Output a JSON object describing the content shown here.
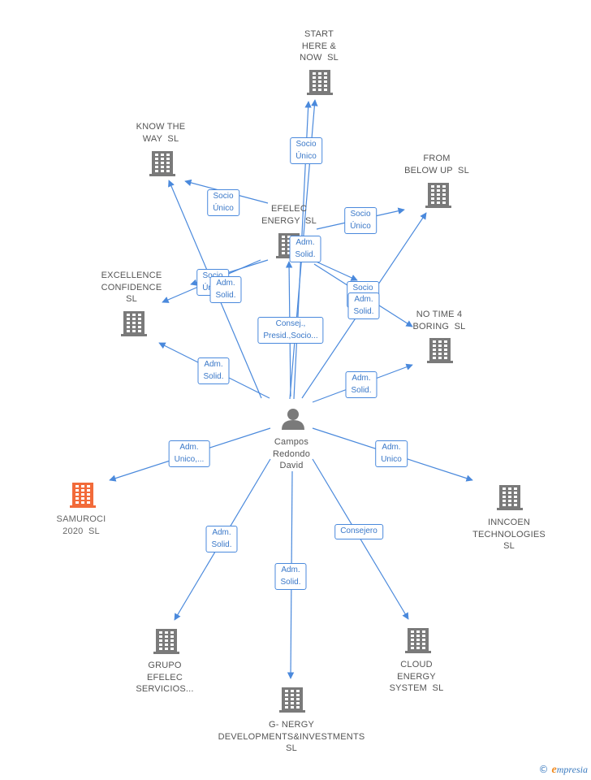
{
  "colors": {
    "edge": "#4a89dc",
    "building": "#7a7a7a",
    "building_highlight": "#f26b3a",
    "person": "#7a7a7a"
  },
  "center": {
    "label": "Campos\nRedondo\nDavid",
    "icon": "person-icon"
  },
  "nodes": [
    {
      "id": "start-here-now",
      "label": "START\nHERE &\nNOW  SL",
      "icon": "building-icon"
    },
    {
      "id": "know-the-way",
      "label": "KNOW THE\nWAY  SL",
      "icon": "building-icon"
    },
    {
      "id": "from-below-up",
      "label": "FROM\nBELOW UP  SL",
      "icon": "building-icon"
    },
    {
      "id": "efelec-energy",
      "label": "EFELEC\nENERGY  SL",
      "icon": "building-icon"
    },
    {
      "id": "excellence-confidence",
      "label": "EXCELLENCE\nCONFIDENCE\nSL",
      "icon": "building-icon"
    },
    {
      "id": "no-time-4-boring",
      "label": "NO TIME 4\nBORING  SL",
      "icon": "building-icon"
    },
    {
      "id": "samuroci-2020",
      "label": "SAMUROCI\n2020  SL",
      "icon": "building-icon",
      "highlight": true
    },
    {
      "id": "inncoen-technologies",
      "label": "INNCOEN\nTECHNOLOGIES\nSL",
      "icon": "building-icon"
    },
    {
      "id": "grupo-efelec",
      "label": "GRUPO\nEFELEC\nSERVICIOS...",
      "icon": "building-icon"
    },
    {
      "id": "cloud-energy",
      "label": "CLOUD\nENERGY\nSYSTEM  SL",
      "icon": "building-icon"
    },
    {
      "id": "g-nergy",
      "label": "G- NERGY\nDEVELOPMENTS&INVESTMENTS\nSL",
      "icon": "building-icon"
    }
  ],
  "edges": [
    {
      "label": "Socio\nÚnico"
    },
    {
      "label": "Socio\nÚnico"
    },
    {
      "label": "Socio\nÚnico"
    },
    {
      "label": "Adm.\nSolid."
    },
    {
      "label": "Socio\nÚnico"
    },
    {
      "label": "Adm.\nSolid."
    },
    {
      "label": "Socio\nÚnico"
    },
    {
      "label": "Adm.\nSolid."
    },
    {
      "label": "Consej.,\nPresid.,Socio..."
    },
    {
      "label": "Adm.\nSolid."
    },
    {
      "label": "Adm.\nSolid."
    },
    {
      "label": "Adm.\nUnico,..."
    },
    {
      "label": "Adm.\nUnico"
    },
    {
      "label": "Adm.\nSolid."
    },
    {
      "label": "Adm.\nSolid."
    },
    {
      "label": "Consejero"
    }
  ],
  "brand": {
    "copyright": "©",
    "initial": "e",
    "rest": "mpresia"
  }
}
